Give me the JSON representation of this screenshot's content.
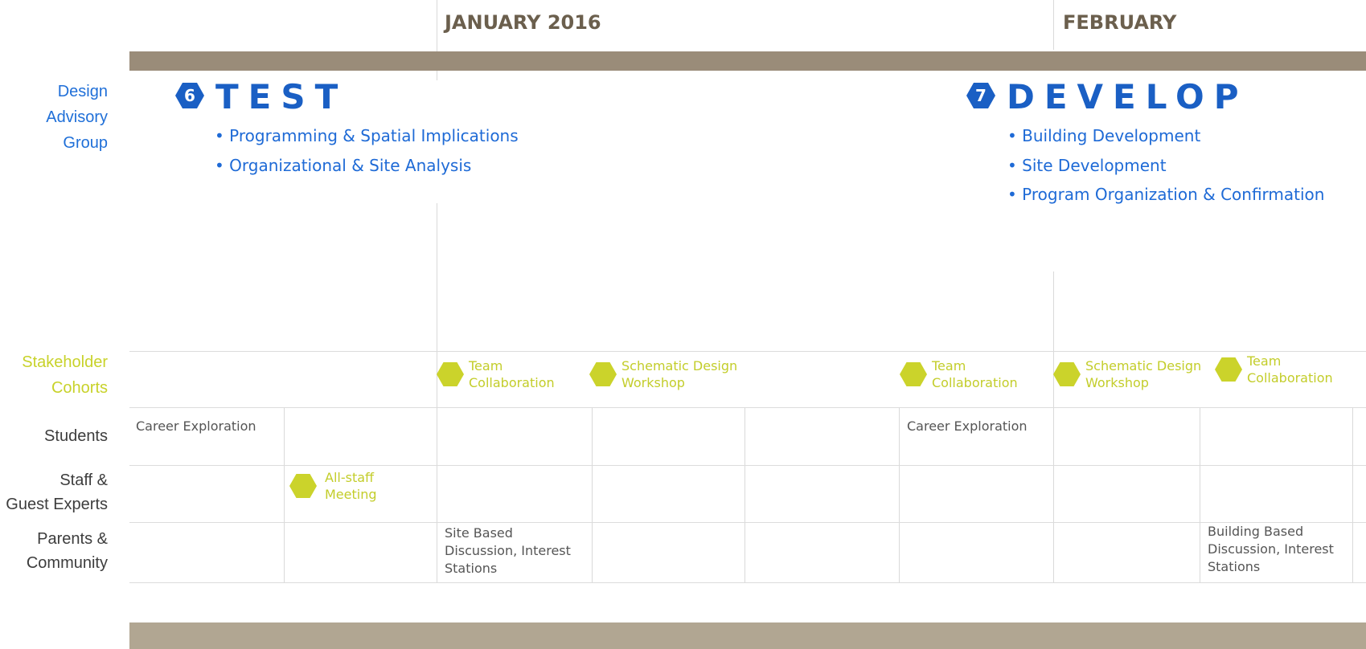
{
  "header": {
    "months": [
      "JANUARY 2016",
      "FEBRUARY"
    ]
  },
  "row_labels": {
    "design_advisory_group": "Design\nAdvisory\nGroup",
    "stakeholder_cohorts": "Stakeholder\nCohorts",
    "students": "Students",
    "staff": "Staff &\nGuest Experts",
    "parents": "Parents &\nCommunity"
  },
  "phases": [
    {
      "number": "6",
      "title": "TEST",
      "bullets": [
        "Programming & Spatial Implications",
        "Organizational & Site Analysis"
      ]
    },
    {
      "number": "7",
      "title": "DEVELOP",
      "bullets": [
        "Building Development",
        "Site Development",
        "Program Organization & Confirmation"
      ]
    }
  ],
  "events": {
    "cohorts": [
      "Team\nCollaboration",
      "Schematic Design\nWorkshop",
      "Team\nCollaboration",
      "Schematic Design\nWorkshop",
      "Team\nCollaboration"
    ],
    "staff": [
      "All-staff\nMeeting"
    ]
  },
  "cells": {
    "students": [
      "Career Exploration",
      "Career Exploration"
    ],
    "parents": [
      "Site Based\nDiscussion, Interest\nStations",
      "Building Based\nDiscussion, Interest\nStations"
    ]
  },
  "colors": {
    "band": "#9a8c79",
    "phase_blue": "#1a5fc4",
    "event_green": "#cbd32b",
    "month_text": "#6b5f4d"
  }
}
